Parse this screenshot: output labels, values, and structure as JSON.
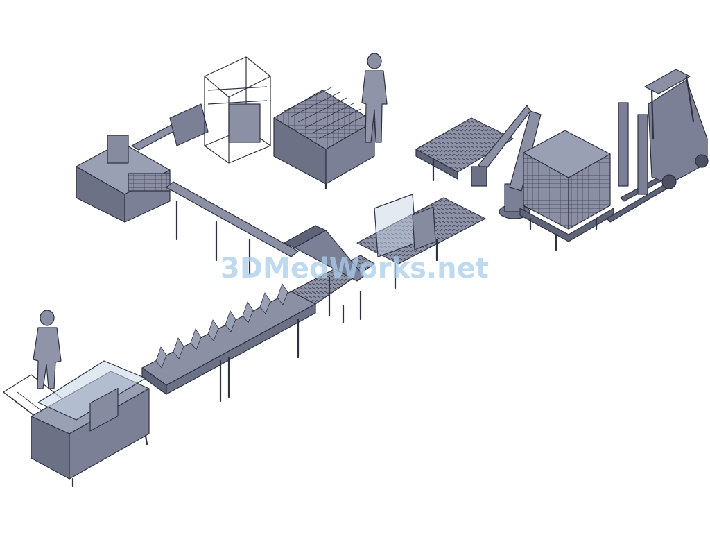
{
  "watermark": {
    "text": "3DMedWorks.net"
  },
  "palette": {
    "metal": "#7b8096",
    "metal_light": "#9a9fb3",
    "metal_dark": "#5e6377",
    "outline": "#2e3140",
    "glass": "#c7d6e6"
  },
  "scene": {
    "objects": [
      {
        "name": "box-erector-machine"
      },
      {
        "name": "operator-left"
      },
      {
        "name": "main-conveyor"
      },
      {
        "name": "bottle-feeding-line"
      },
      {
        "name": "packing-station"
      },
      {
        "name": "gantry-frame"
      },
      {
        "name": "operator-top"
      },
      {
        "name": "cross-conveyor-gantry"
      },
      {
        "name": "case-sealer"
      },
      {
        "name": "empty-pallet-roller"
      },
      {
        "name": "palletizing-robot"
      },
      {
        "name": "loaded-pallet"
      },
      {
        "name": "forklift"
      }
    ]
  }
}
